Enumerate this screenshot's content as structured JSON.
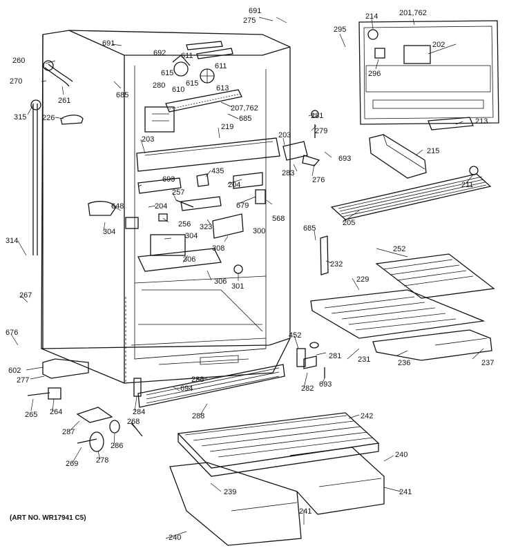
{
  "diagram": {
    "art_number": "(ART NO. WR17941 C5)",
    "callouts": [
      {
        "id": "c-691a",
        "text": "691"
      },
      {
        "id": "c-275",
        "text": "275"
      },
      {
        "id": "c-214",
        "text": "214"
      },
      {
        "id": "c-201-762",
        "text": "201,762"
      },
      {
        "id": "c-295",
        "text": "295"
      },
      {
        "id": "c-202",
        "text": "202"
      },
      {
        "id": "c-296",
        "text": "296"
      },
      {
        "id": "c-691b",
        "text": "691"
      },
      {
        "id": "c-692",
        "text": "692"
      },
      {
        "id": "c-611a",
        "text": "611"
      },
      {
        "id": "c-615a",
        "text": "615"
      },
      {
        "id": "c-610",
        "text": "610"
      },
      {
        "id": "c-615b",
        "text": "615"
      },
      {
        "id": "c-611b",
        "text": "611"
      },
      {
        "id": "c-613",
        "text": "613"
      },
      {
        "id": "c-280",
        "text": "280"
      },
      {
        "id": "c-260",
        "text": "260"
      },
      {
        "id": "c-270",
        "text": "270"
      },
      {
        "id": "c-261",
        "text": "261"
      },
      {
        "id": "c-685a",
        "text": "685"
      },
      {
        "id": "c-315",
        "text": "315"
      },
      {
        "id": "c-226",
        "text": "226"
      },
      {
        "id": "c-207-762",
        "text": "207,762"
      },
      {
        "id": "c-685b",
        "text": "685"
      },
      {
        "id": "c-281a",
        "text": "281"
      },
      {
        "id": "c-279",
        "text": "279"
      },
      {
        "id": "c-213",
        "text": "213"
      },
      {
        "id": "c-219",
        "text": "219"
      },
      {
        "id": "c-203a",
        "text": "203"
      },
      {
        "id": "c-203b",
        "text": "203"
      },
      {
        "id": "c-693a",
        "text": "693"
      },
      {
        "id": "c-215",
        "text": "215"
      },
      {
        "id": "c-283",
        "text": "283"
      },
      {
        "id": "c-276",
        "text": "276"
      },
      {
        "id": "c-435",
        "text": "435"
      },
      {
        "id": "c-211",
        "text": "211"
      },
      {
        "id": "c-693b",
        "text": "693"
      },
      {
        "id": "c-204a",
        "text": "204"
      },
      {
        "id": "c-257",
        "text": "257"
      },
      {
        "id": "c-648",
        "text": "648"
      },
      {
        "id": "c-204b",
        "text": "204"
      },
      {
        "id": "c-679",
        "text": "679"
      },
      {
        "id": "c-568",
        "text": "568"
      },
      {
        "id": "c-256",
        "text": "256"
      },
      {
        "id": "c-323",
        "text": "323"
      },
      {
        "id": "c-304a",
        "text": "304"
      },
      {
        "id": "c-300",
        "text": "300"
      },
      {
        "id": "c-205",
        "text": "205"
      },
      {
        "id": "c-685c",
        "text": "685"
      },
      {
        "id": "c-304b",
        "text": "304"
      },
      {
        "id": "c-314",
        "text": "314"
      },
      {
        "id": "c-308",
        "text": "308"
      },
      {
        "id": "c-252",
        "text": "252"
      },
      {
        "id": "c-232",
        "text": "232"
      },
      {
        "id": "c-306a",
        "text": "306"
      },
      {
        "id": "c-229",
        "text": "229"
      },
      {
        "id": "c-306b",
        "text": "306"
      },
      {
        "id": "c-301",
        "text": "301"
      },
      {
        "id": "c-267",
        "text": "267"
      },
      {
        "id": "c-676",
        "text": "676"
      },
      {
        "id": "c-452",
        "text": "452"
      },
      {
        "id": "c-281b",
        "text": "281"
      },
      {
        "id": "c-231",
        "text": "231"
      },
      {
        "id": "c-236",
        "text": "236"
      },
      {
        "id": "c-237",
        "text": "237"
      },
      {
        "id": "c-602",
        "text": "602"
      },
      {
        "id": "c-277",
        "text": "277"
      },
      {
        "id": "c-694",
        "text": "694"
      },
      {
        "id": "c-288a",
        "text": "288"
      },
      {
        "id": "c-282",
        "text": "282"
      },
      {
        "id": "c-693c",
        "text": "693"
      },
      {
        "id": "c-265",
        "text": "265"
      },
      {
        "id": "c-264",
        "text": "264"
      },
      {
        "id": "c-284",
        "text": "284"
      },
      {
        "id": "c-288b",
        "text": "288"
      },
      {
        "id": "c-242",
        "text": "242"
      },
      {
        "id": "c-287",
        "text": "287"
      },
      {
        "id": "c-268",
        "text": "268"
      },
      {
        "id": "c-286",
        "text": "286"
      },
      {
        "id": "c-269",
        "text": "269"
      },
      {
        "id": "c-278",
        "text": "278"
      },
      {
        "id": "c-240a",
        "text": "240"
      },
      {
        "id": "c-239",
        "text": "239"
      },
      {
        "id": "c-241a",
        "text": "241"
      },
      {
        "id": "c-241b",
        "text": "241"
      },
      {
        "id": "c-240b",
        "text": "240"
      }
    ]
  }
}
